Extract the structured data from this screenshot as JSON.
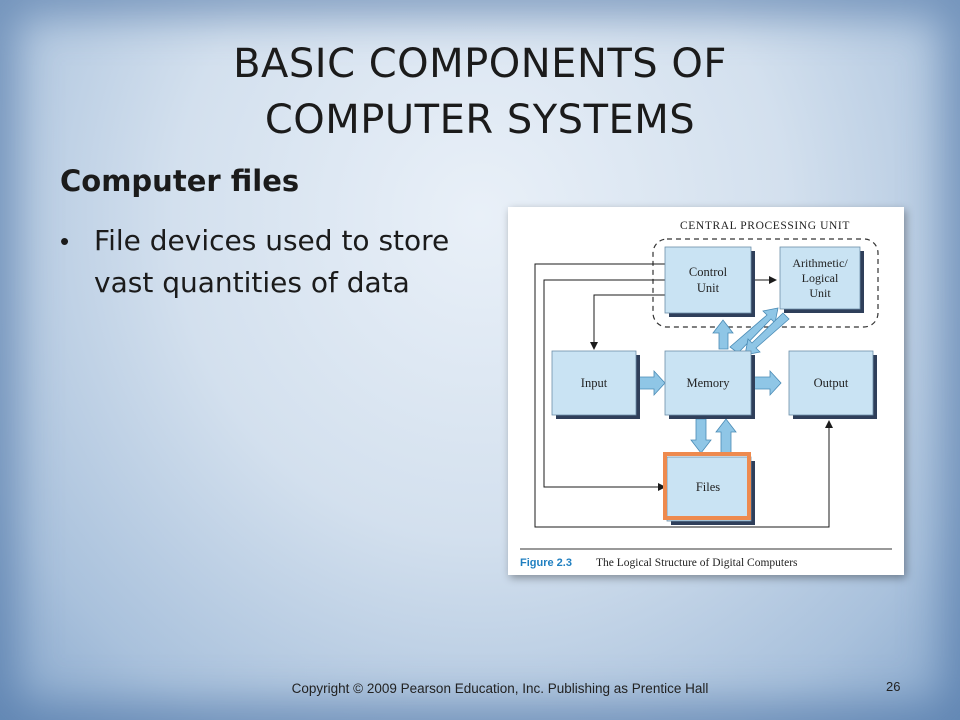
{
  "slide": {
    "title_line1": "BASIC COMPONENTS OF",
    "title_line2": "COMPUTER SYSTEMS",
    "heading": "Computer files",
    "bullet": "File devices used to store vast quantities of data",
    "footer": "Copyright © 2009 Pearson Education, Inc.  Publishing as Prentice Hall",
    "page_number": "26"
  },
  "figure": {
    "cpu_label": "CENTRAL PROCESSING UNIT",
    "control_unit": [
      "Control",
      "Unit"
    ],
    "alu": [
      "Arithmetic/",
      "Logical",
      "Unit"
    ],
    "input": "Input",
    "memory": "Memory",
    "output": "Output",
    "files": "Files",
    "caption_number": "Figure 2.3",
    "caption_text": "The Logical Structure of Digital Computers",
    "colors": {
      "box_fill": "#c9e3f3",
      "box_shadow": "#2f3f5a",
      "arrow_fill": "#8fc6e6",
      "highlight": "#ee8a4e",
      "caption_blue": "#1f7fc0"
    }
  }
}
